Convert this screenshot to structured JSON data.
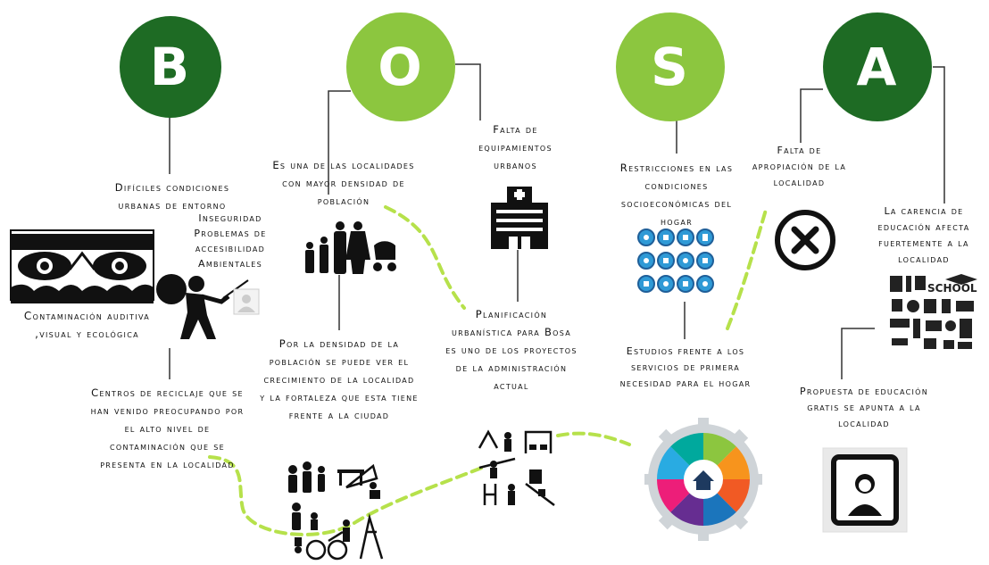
{
  "letters": {
    "b": "B",
    "o": "O",
    "s": "S",
    "a": "A"
  },
  "colors": {
    "dark_green": "#1e6b24",
    "light_green": "#8cc63f",
    "dash_green": "#b6e14b"
  },
  "b": {
    "t1": "Difíciles condiciones urbanas de entorno",
    "t2": "Inseguridad Problemas de accesibilidad Ambientales",
    "t3": "Contaminación auditiva ,visual y ecológica",
    "t4": "Centros de reciclaje que se han venido preocupando por el alto nivel de contaminación que se presenta en la localidad"
  },
  "o": {
    "t1": "Es una de las localidades con mayor densidad de población",
    "t2": "Falta de equipamientos urbanos",
    "t3": "Por la densidad de la población se puede ver el crecimiento de la localidad y la fortaleza que esta tiene frente a la ciudad",
    "t4": "Planificación urbanística para Bosa es uno de los proyectos de la administración actual"
  },
  "s": {
    "t1": "Restricciones en las condiciones socioeconómicas del hogar",
    "t2": "Estudios frente a los servicios de primera necesidad para el hogar"
  },
  "a": {
    "t1": "Falta de apropiación de la localidad",
    "t2": "La carencia de educación afecta fuertemente a la localidad",
    "t3": "Propuesta de educación gratis se apunta a la localidad",
    "school": "SCHOOL"
  },
  "icons": [
    "eyes-icon",
    "thief-icon",
    "profile-icon",
    "family-icon",
    "hospital-icon",
    "services-grid-icon",
    "x-circle-icon",
    "school-collage-icon",
    "playground-icon",
    "park-icon",
    "house-gear-icon",
    "portrait-frame-icon"
  ]
}
